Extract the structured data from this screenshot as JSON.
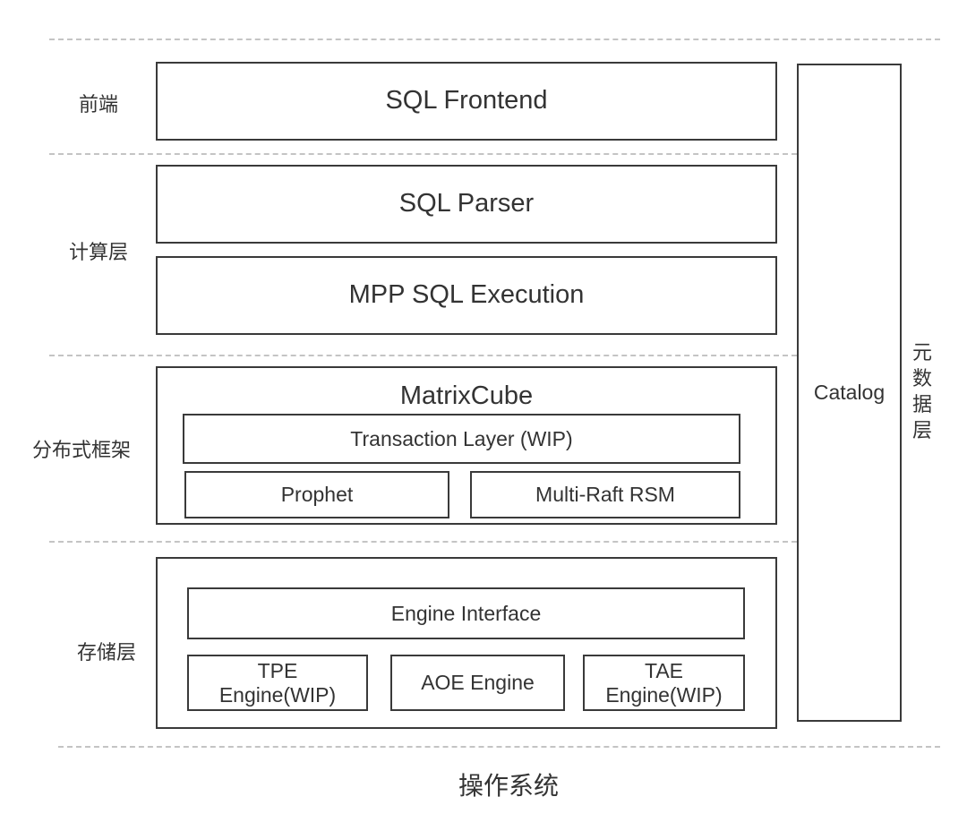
{
  "layers": {
    "frontend": "前端",
    "compute": "计算层",
    "distributed": "分布式框架",
    "storage": "存储层"
  },
  "components": {
    "sql_frontend": "SQL Frontend",
    "sql_parser": "SQL Parser",
    "mpp_execution": "MPP SQL Execution",
    "matrixcube": "MatrixCube",
    "transaction_layer": "Transaction Layer (WIP)",
    "prophet": "Prophet",
    "multi_raft": "Multi-Raft RSM",
    "engine_interface": "Engine Interface",
    "tpe_line1": "TPE",
    "tpe_line2": "Engine(WIP)",
    "aoe": "AOE Engine",
    "tae_line1": "TAE",
    "tae_line2": "Engine(WIP)"
  },
  "catalog": {
    "label": "Catalog",
    "side_label": "元数据层"
  },
  "os_label": "操作系统"
}
